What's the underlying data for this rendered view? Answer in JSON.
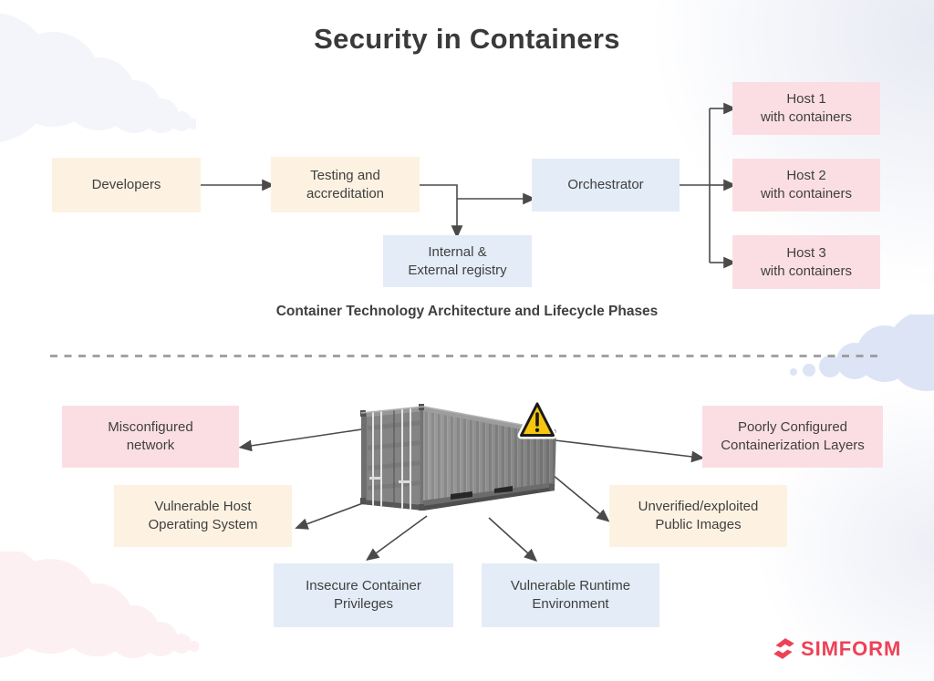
{
  "page": {
    "title": "Security in Containers"
  },
  "architecture": {
    "caption": "Container Technology Architecture and Lifecycle Phases",
    "nodes": [
      {
        "id": "developers",
        "label": "Developers",
        "color": "cream"
      },
      {
        "id": "testing-accreditation",
        "label": "Testing and\naccreditation",
        "color": "cream"
      },
      {
        "id": "internal-external-registry",
        "label": "Internal &\nExternal registry",
        "color": "blue"
      },
      {
        "id": "orchestrator",
        "label": "Orchestrator",
        "color": "blue"
      },
      {
        "id": "host-1",
        "label": "Host 1\nwith containers",
        "color": "pink"
      },
      {
        "id": "host-2",
        "label": "Host 2\nwith containers",
        "color": "pink"
      },
      {
        "id": "host-3",
        "label": "Host 3\nwith containers",
        "color": "pink"
      }
    ],
    "edges": [
      "Developers -> Testing and accreditation",
      "Testing and accreditation -> Internal & External registry",
      "Testing and accreditation -> Orchestrator",
      "Orchestrator -> Host 1 with containers",
      "Orchestrator -> Host 2 with containers",
      "Orchestrator -> Host 3 with containers"
    ]
  },
  "threats": {
    "items": [
      {
        "id": "misconfigured-network",
        "label": "Misconfigured\nnetwork",
        "color": "pink"
      },
      {
        "id": "poorly-configured-containerization-layers",
        "label": "Poorly Configured\nContainerization Layers",
        "color": "pink"
      },
      {
        "id": "vulnerable-host-operating-system",
        "label": "Vulnerable Host\nOperating System",
        "color": "cream"
      },
      {
        "id": "unverified-exploited-public-images",
        "label": "Unverified/exploited\nPublic Images",
        "color": "cream"
      },
      {
        "id": "insecure-container-privileges",
        "label": "Insecure Container\nPrivileges",
        "color": "blue"
      },
      {
        "id": "vulnerable-runtime-environment",
        "label": "Vulnerable Runtime\nEnvironment",
        "color": "blue"
      }
    ]
  },
  "footer": {
    "brand": "SIMFORM"
  },
  "colors": {
    "box_cream": "#fdf2e2",
    "box_pink": "#fbdee3",
    "box_blue": "#e4ecf7",
    "arrow": "#4a4a4a",
    "text": "#3f3f3f",
    "divider_dash": "#9a9a9a",
    "brand_red": "#ee4156",
    "warning_yellow": "#f6c60e"
  }
}
